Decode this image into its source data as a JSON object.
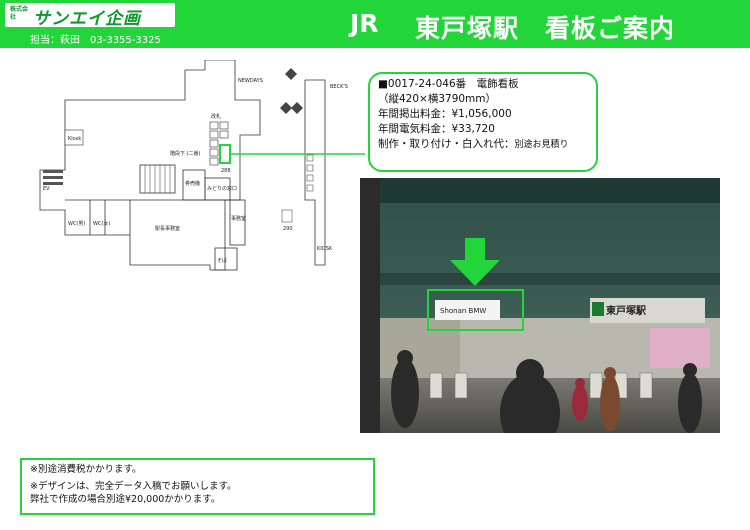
{
  "header": {
    "logo_small": "株式会社",
    "logo_main": "サンエイ企画",
    "contact": "担当：萩田　03-3355-3325",
    "title_jr": "JR",
    "title_main": "東戸塚駅　看板ご案内"
  },
  "map": {
    "labels": {
      "kiosk1": "Kiosk",
      "newdays": "NEWDAYS",
      "becks": "BECK'S",
      "kiosk2": "KIOSK",
      "ticket": "改札",
      "ticket_note": "階段下\n(二番)",
      "office": "駅長事務室",
      "midori": "みどりの窓口",
      "ev": "EV",
      "wc1": "WC(男)",
      "wc2": "WC(女)",
      "ticket_machine": "券売機",
      "soba": "そば",
      "jugyoin": "事務室",
      "num_288": "288",
      "num_290": "290"
    }
  },
  "info": {
    "line1": "■0017-24-046番　電飾看板",
    "line2": "（縦420×横3790mm）",
    "line3": "年間掲出料金：¥1,056,000",
    "line4": "年間電気料金：¥33,720",
    "line5_main": "制作・取り付け・白入れ代：",
    "line5_small": "別途お見積り"
  },
  "photo": {
    "sign_text": "Shonan BMW",
    "station_sign": "東戸塚駅"
  },
  "notes": {
    "line1": "※別途消費税かかります。",
    "line2": "※デザインは、完全データ入稿でお願いします。",
    "line3": "弊社で作成の場合別途¥20,000かかります。"
  },
  "colors": {
    "accent": "#22d63a"
  }
}
